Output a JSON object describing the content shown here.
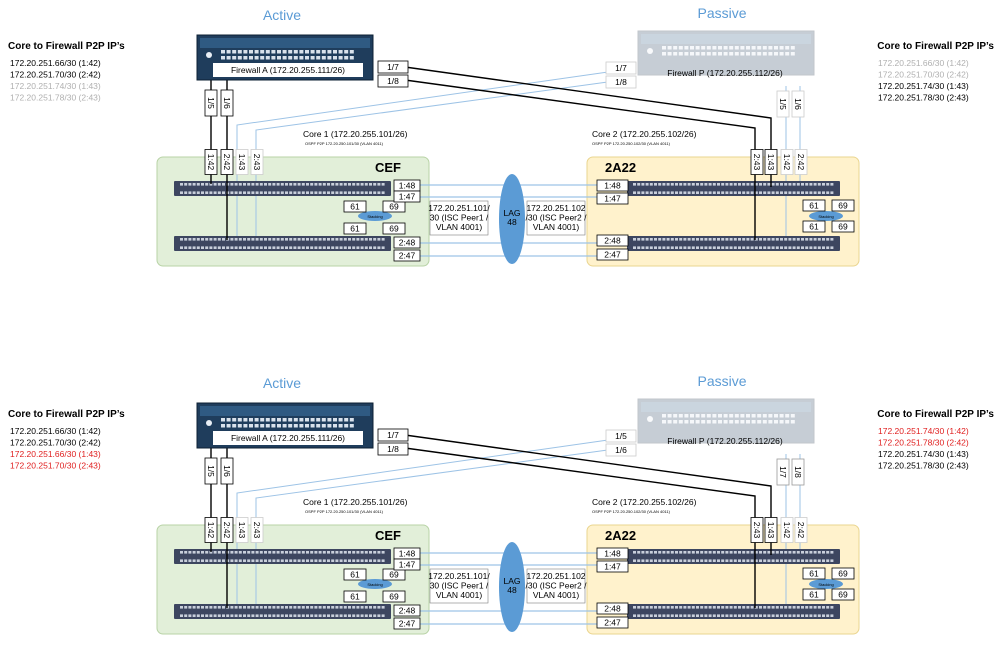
{
  "colors": {
    "title": "#5b9bd5",
    "black": "#000000",
    "gray": "#b0b0b0",
    "red": "#e02020",
    "link_blue": "#9dc3e6",
    "green_zone": "#e2efd9",
    "yellow_zone": "#fff2cc",
    "lag": "#5b9bd5",
    "switch": "#3d4660"
  },
  "top": {
    "active_title": "Active",
    "passive_title": "Passive",
    "left_header": "Core to Firewall P2P IP’s",
    "right_header": "Core to Firewall P2P IP’s",
    "left_ips": [
      {
        "text": "172.20.251.66/30 (1:42)",
        "color": "black"
      },
      {
        "text": "172.20.251.70/30 (2:42)",
        "color": "black"
      },
      {
        "text": "172.20.251.74/30 (1:43)",
        "color": "gray"
      },
      {
        "text": "172.20.251.78/30 (2:43)",
        "color": "gray"
      }
    ],
    "right_ips": [
      {
        "text": "172.20.251.66/30 (1:42)",
        "color": "gray"
      },
      {
        "text": "172.20.251.70/30 (2:42)",
        "color": "gray"
      },
      {
        "text": "172.20.251.74/30 (1:43)",
        "color": "black"
      },
      {
        "text": "172.20.251.78/30 (2:43)",
        "color": "black"
      }
    ],
    "fw_a_label": "Firewall A (172.20.255.111/26)",
    "fw_p_label": "Firewall P (172.20.255.112/26)",
    "fw_a_ports": [
      "1/7",
      "1/8"
    ],
    "fw_p_ports": [
      "1/7",
      "1/8"
    ],
    "fw_a_down": [
      "1/5",
      "1/6"
    ],
    "fw_p_down": [
      "1/5",
      "1/6"
    ],
    "core1_label": "Core 1 (172.20.255.101/26)",
    "core2_label": "Core 2 (172.20.255.102/26)",
    "core1_ospf": "OSPF P2P 172.20.250.101/30 (VLAN 4011)",
    "core2_ospf": "OSPF P2P 172.20.250.102/30 (VLAN 4011)",
    "cef": "CEF",
    "a22": "2A22",
    "c1_uplinks": [
      "1:42",
      "2:42",
      "1:43",
      "2:43"
    ],
    "c2_uplinks": [
      "2:43",
      "1:43",
      "1:42",
      "2:42"
    ],
    "c1_ports": [
      "1:48",
      "1:47",
      "2:48",
      "2:47"
    ],
    "c2_ports": [
      "1:48",
      "1:47",
      "2:48",
      "2:47"
    ],
    "stack_ports": [
      "61",
      "69",
      "61",
      "69"
    ],
    "stacking": "Stacking",
    "lag": "LAG\n48",
    "isc1": "172.20.251.101/\n30 (ISC Peer1 /\nVLAN 4001)",
    "isc2": "172.20.251.102\n/30 (ISC Peer2 /\nVLAN 4001)"
  },
  "bottom": {
    "active_title": "Active",
    "passive_title": "Passive",
    "left_header": "Core to Firewall P2P IP’s",
    "right_header": "Core to Firewall P2P IP’s",
    "left_ips": [
      {
        "text": "172.20.251.66/30 (1:42)",
        "color": "black"
      },
      {
        "text": "172.20.251.70/30 (2:42)",
        "color": "black"
      },
      {
        "text": "172.20.251.66/30 (1:43)",
        "color": "red"
      },
      {
        "text": "172.20.251.70/30 (2:43)",
        "color": "red"
      }
    ],
    "right_ips": [
      {
        "text": "172.20.251.74/30 (1:42)",
        "color": "red"
      },
      {
        "text": "172.20.251.78/30 (2:42)",
        "color": "red"
      },
      {
        "text": "172.20.251.74/30 (1:43)",
        "color": "black"
      },
      {
        "text": "172.20.251.78/30 (2:43)",
        "color": "black"
      }
    ],
    "fw_a_label": "Firewall A (172.20.255.111/26)",
    "fw_p_label": "Firewall P (172.20.255.112/26)",
    "fw_a_ports": [
      "1/7",
      "1/8"
    ],
    "fw_p_ports": [
      "1/5",
      "1/6"
    ],
    "fw_a_down": [
      "1/5",
      "1/6"
    ],
    "fw_p_down": [
      "1/7",
      "1/8"
    ],
    "core1_label": "Core 1 (172.20.255.101/26)",
    "core2_label": "Core 2 (172.20.255.102/26)",
    "core1_ospf": "OSPF P2P 172.20.250.101/30 (VLAN 4011)",
    "core2_ospf": "OSPF P2P 172.20.250.102/30 (VLAN 4011)",
    "cef": "CEF",
    "a22": "2A22",
    "c1_uplinks": [
      "1:42",
      "2:42",
      "1:43",
      "2:43"
    ],
    "c2_uplinks": [
      "2:43",
      "1:43",
      "1:42",
      "2:42"
    ],
    "c1_ports": [
      "1:48",
      "1:47",
      "2:48",
      "2:47"
    ],
    "c2_ports": [
      "1:48",
      "1:47",
      "2:48",
      "2:47"
    ],
    "stack_ports": [
      "61",
      "69",
      "61",
      "69"
    ],
    "stacking": "Stacking",
    "lag": "LAG\n48",
    "isc1": "172.20.251.101/\n30 (ISC Peer1 /\nVLAN 4001)",
    "isc2": "172.20.251.102\n/30 (ISC Peer2 /\nVLAN 4001)"
  }
}
